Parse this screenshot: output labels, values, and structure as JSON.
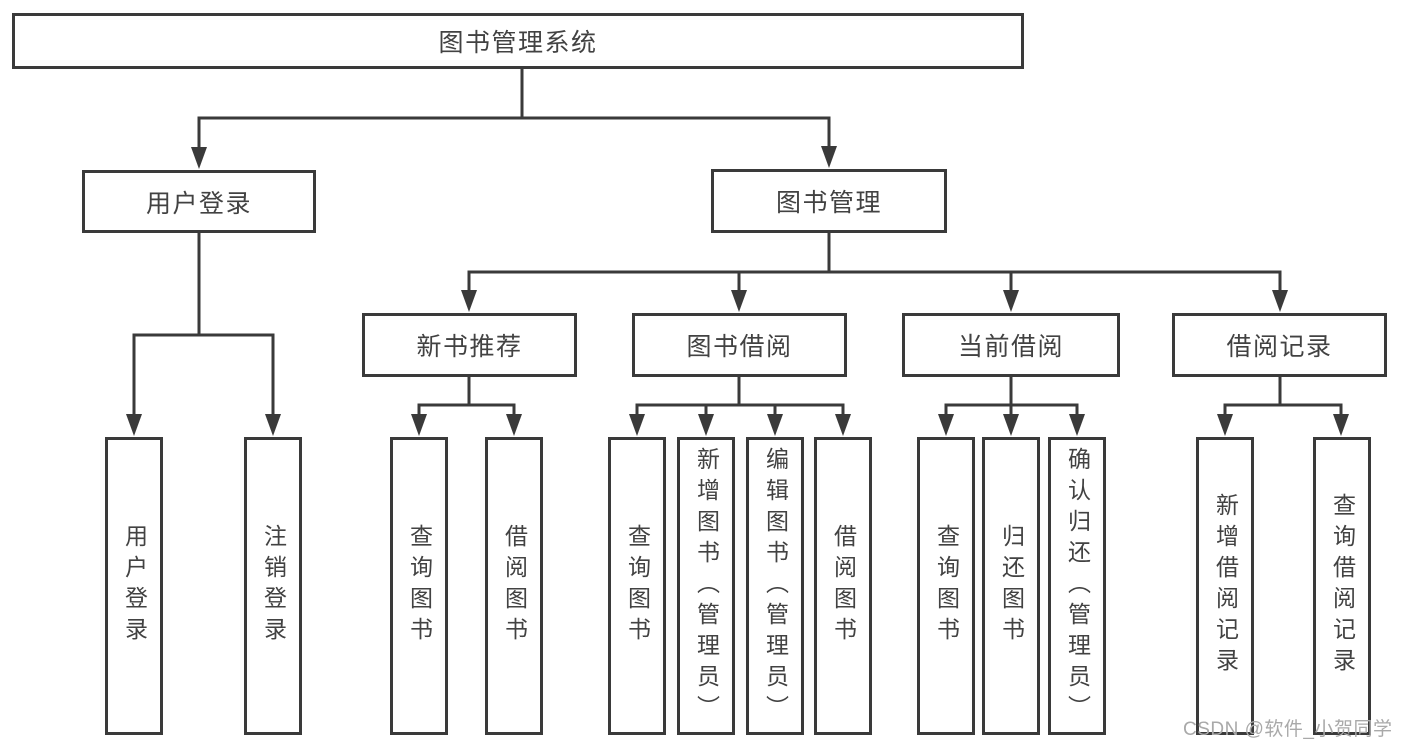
{
  "style": {
    "line_color": "#3a3a3a",
    "box_border_color": "#3a3a3a",
    "box_background": "#ffffff",
    "text_color": "#424242",
    "watermark_color": "#a9a9a9",
    "page_background": "#ffffff"
  },
  "diagram": {
    "root": "图书管理系统",
    "branches": [
      {
        "label": "用户登录",
        "children": [
          "用户登录",
          "注销登录"
        ]
      },
      {
        "label": "图书管理",
        "groups": [
          {
            "label": "新书推荐",
            "children": [
              "查询图书",
              "借阅图书"
            ]
          },
          {
            "label": "图书借阅",
            "children": [
              "查询图书",
              "新增图书（管理员）",
              "编辑图书（管理员）",
              "借阅图书"
            ]
          },
          {
            "label": "当前借阅",
            "children": [
              "查询图书",
              "归还图书",
              "确认归还（管理员）"
            ]
          },
          {
            "label": "借阅记录",
            "children": [
              "新增借阅记录",
              "查询借阅记录"
            ]
          }
        ]
      }
    ]
  },
  "watermark": {
    "text": "CSDN @软件_小贺同学"
  }
}
